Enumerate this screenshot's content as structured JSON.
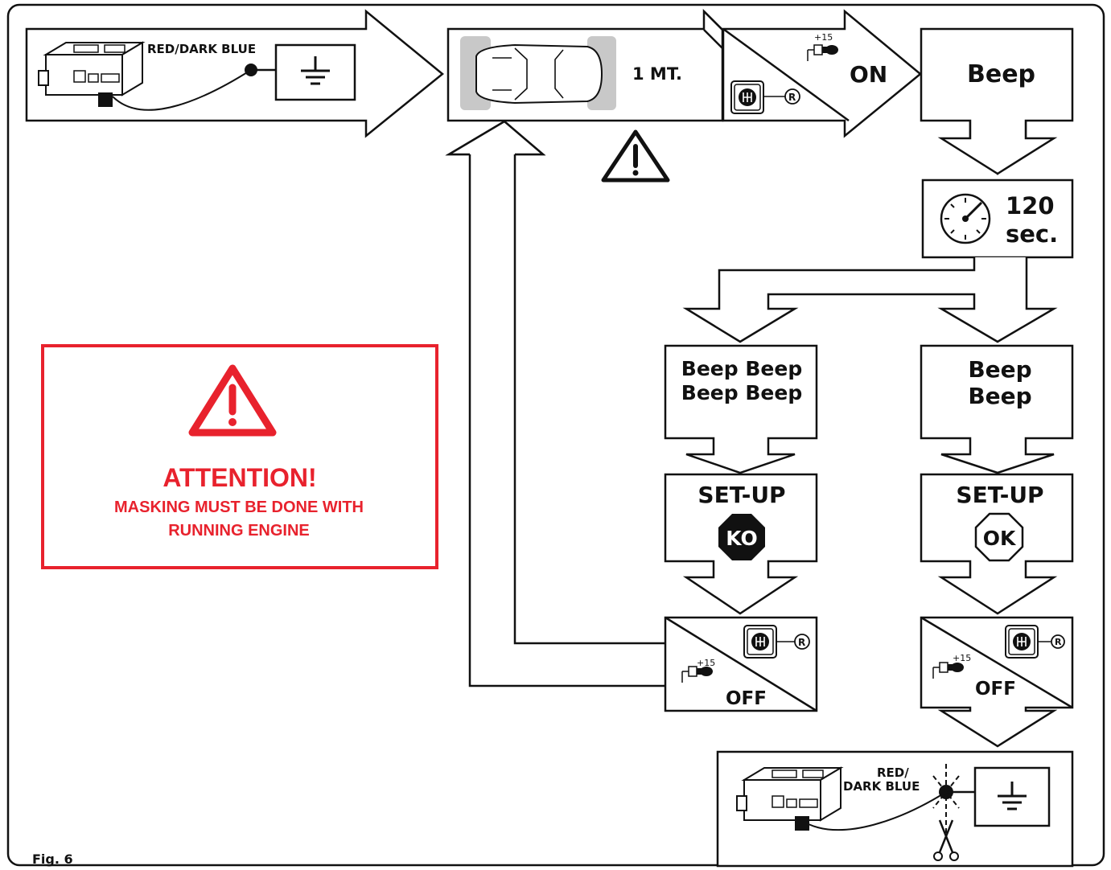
{
  "figure_label": "Fig. 6",
  "step1": {
    "wire_label": "RED/DARK BLUE"
  },
  "step2": {
    "distance_label": "1 MT."
  },
  "step3": {
    "ignition_label": "+15",
    "state_label": "ON",
    "gear_label": "R"
  },
  "step4": {
    "beep_label": "Beep"
  },
  "timer": {
    "value": "120",
    "unit": "sec."
  },
  "ko_branch": {
    "beep_line1": "Beep Beep",
    "beep_line2": "Beep Beep",
    "setup_label": "SET-UP",
    "result_label": "KO",
    "ignition_label": "+15",
    "gear_label": "R",
    "state_label": "OFF"
  },
  "ok_branch": {
    "beep_line1": "Beep",
    "beep_line2": "Beep",
    "setup_label": "SET-UP",
    "result_label": "OK",
    "ignition_label": "+15",
    "gear_label": "R",
    "state_label": "OFF"
  },
  "final_step": {
    "wire_label_line1": "RED/",
    "wire_label_line2": "DARK BLUE"
  },
  "attention": {
    "title": "ATTENTION!",
    "line1": "MASKING MUST BE DONE WITH",
    "line2": "RUNNING ENGINE"
  },
  "colors": {
    "accent": "#e8222d",
    "ink": "#111111",
    "car_wheel_pad": "#c8c8c8"
  }
}
